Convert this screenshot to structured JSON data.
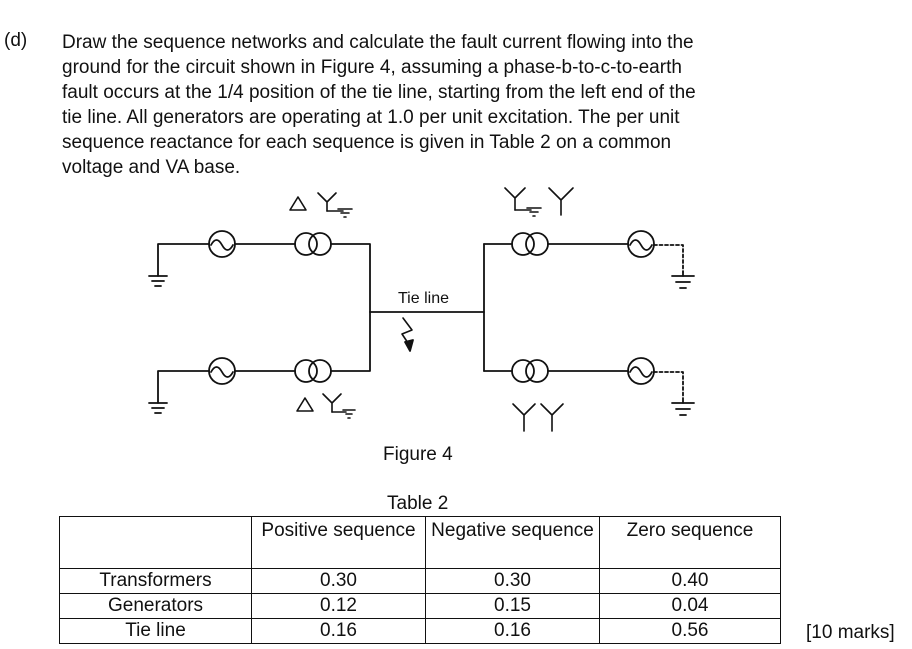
{
  "part_label": "(d)",
  "paragraph": [
    "Draw the sequence networks and calculate the fault current flowing into the",
    "ground for the circuit shown in Figure 4, assuming a phase-b-to-c-to-earth",
    "fault occurs at the 1/4 position of the tie line, starting from the left end of the",
    "tie line. All generators are operating at 1.0 per unit excitation. The per unit",
    "sequence reactance for each sequence is given in Table 2 on a common",
    "voltage and VA base."
  ],
  "figure": {
    "tie_line_label": "Tie line",
    "caption": "Figure 4"
  },
  "table": {
    "caption": "Table 2",
    "headers": [
      "",
      "Positive sequence",
      "Negative sequence",
      "Zero sequence"
    ],
    "rows": [
      {
        "label": "Transformers",
        "positive": "0.30",
        "negative": "0.30",
        "zero": "0.40"
      },
      {
        "label": "Generators",
        "positive": "0.12",
        "negative": "0.15",
        "zero": "0.04"
      },
      {
        "label": "Tie line",
        "positive": "0.16",
        "negative": "0.16",
        "zero": "0.56"
      }
    ]
  },
  "marks": "[10 marks]"
}
